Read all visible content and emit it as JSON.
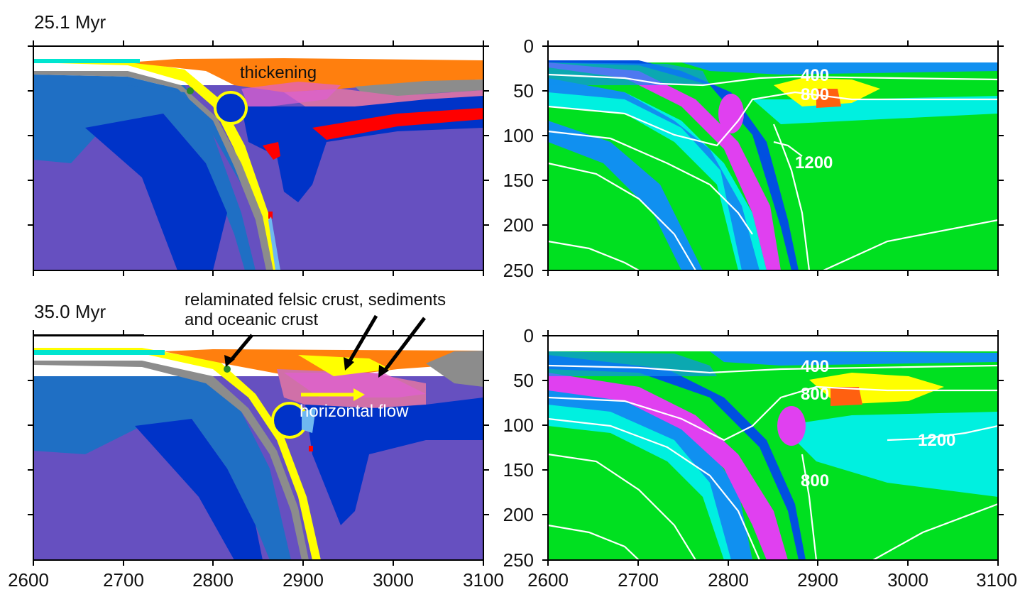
{
  "panels": {
    "top": {
      "time_label": "25.1 Myr"
    },
    "bottom": {
      "time_label": "35.0 Myr"
    }
  },
  "annotations": {
    "thickening": "thickening",
    "relaminated_line1": "relaminated felsic crust, sediments",
    "relaminated_line2": "and oceanic crust",
    "horizontal_flow": "horizontal flow"
  },
  "isotherms": {
    "top": [
      "400",
      "800",
      "1200"
    ],
    "bottom": [
      "400",
      "800",
      "1200",
      "800"
    ]
  },
  "axes": {
    "x_ticks": [
      "2600",
      "2700",
      "2800",
      "2900",
      "3000",
      "3100"
    ],
    "y_ticks": [
      "0",
      "50",
      "100",
      "150",
      "200",
      "250"
    ]
  },
  "colors": {
    "sticky_air": "#00e5d0",
    "upper_crust": "#ff7f0e",
    "sediments": "#ffff00",
    "oceanic_crust": "#8c8c8c",
    "lithosphere": "#0050d0",
    "mantle": "#6650c0",
    "lower_crust": "#d070a8",
    "melt": "#ff0000",
    "temp_hot": "#00e020",
    "temp_cyan": "#00f0e0",
    "temp_blue": "#1090f0",
    "temp_dark": "#0050e0",
    "temp_magenta": "#e040f0"
  }
}
